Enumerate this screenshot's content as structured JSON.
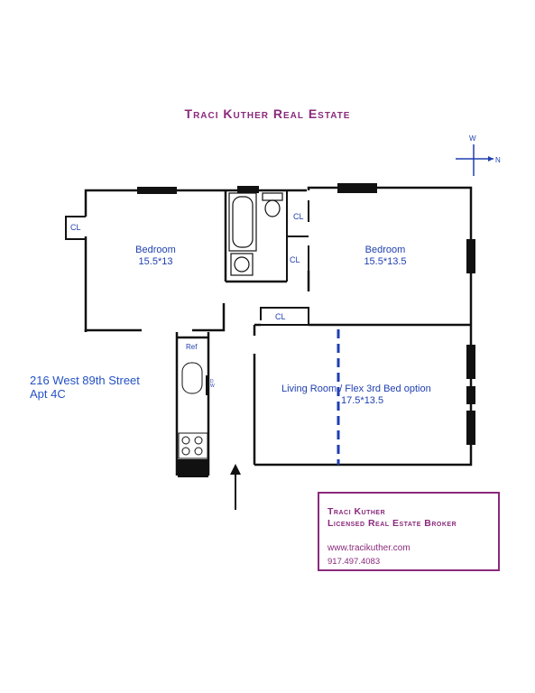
{
  "header": {
    "title": "Traci Kuther Real Estate"
  },
  "compass": {
    "west": "W",
    "north": "N"
  },
  "rooms": {
    "bedroom_left": {
      "name": "Bedroom",
      "size": "15.5*13"
    },
    "bedroom_right": {
      "name": "Bedroom",
      "size": "15.5*13.5"
    },
    "living": {
      "name": "Living  Room / Flex 3rd Bed option",
      "size": "17.5*13.5"
    }
  },
  "closets": {
    "label": "CL"
  },
  "kitchen": {
    "ref": "Ref",
    "dw": "DW"
  },
  "address": {
    "line1": "216 West 89th Street",
    "line2": "Apt 4C"
  },
  "broker": {
    "name": "Traci Kuther",
    "title": "Licensed Real Estate Broker",
    "website": "www.tracikuther.com",
    "phone": "917.497.4083"
  },
  "colors": {
    "accent": "#8a2a7c",
    "label": "#1f3fb0",
    "wall": "#111111"
  }
}
